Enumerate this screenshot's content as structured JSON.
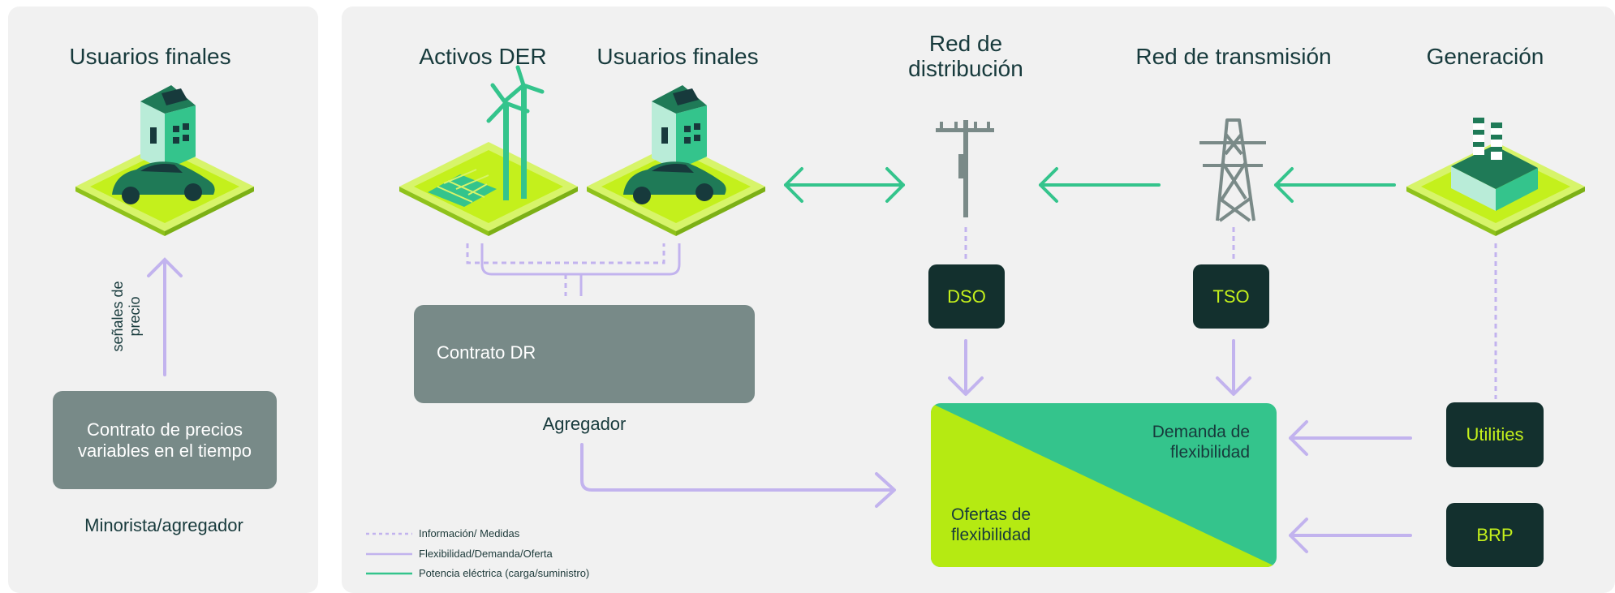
{
  "left_panel": {
    "title": "Usuarios finales",
    "signal_label_line1": "señales de",
    "signal_label_line2": "precio",
    "contract_line1": "Contrato de precios",
    "contract_line2": "variables en el tiempo",
    "footer": "Minorista/agregador"
  },
  "main_panel": {
    "titles": {
      "der": "Activos DER",
      "end_users": "Usuarios finales",
      "distribution_line1": "Red de",
      "distribution_line2": "distribución",
      "transmission": "Red de transmisión",
      "generation": "Generación"
    },
    "dr_contract": "Contrato DR",
    "aggregator": "Agregador",
    "dso": "DSO",
    "tso": "TSO",
    "utilities": "Utilities",
    "brp": "BRP",
    "flex_demand_line1": "Demanda de",
    "flex_demand_line2": "flexibilidad",
    "flex_offers_line1": "Ofertas de",
    "flex_offers_line2": "flexibilidad"
  },
  "legend": [
    {
      "label": "Información/ Medidas",
      "style": "dotted",
      "color": "#c2b3ee"
    },
    {
      "label": "Flexibilidad/Demanda/Oferta",
      "style": "solid",
      "color": "#c2b3ee"
    },
    {
      "label": "Potencia eléctrica (carga/suministro)",
      "style": "solid",
      "color": "#34c48c"
    }
  ],
  "colors": {
    "lime": "#c4f01c",
    "teal_green": "#34c48c",
    "dark_teal": "#13302e",
    "lavender": "#c2b3ee",
    "gray_box": "#788a88",
    "panel_bg": "#f1f1f1"
  },
  "icons": [
    "house-car-icon",
    "solar-wind-icon",
    "utility-pole-icon",
    "transmission-tower-icon",
    "factory-icon",
    "sine-wave-icon"
  ]
}
